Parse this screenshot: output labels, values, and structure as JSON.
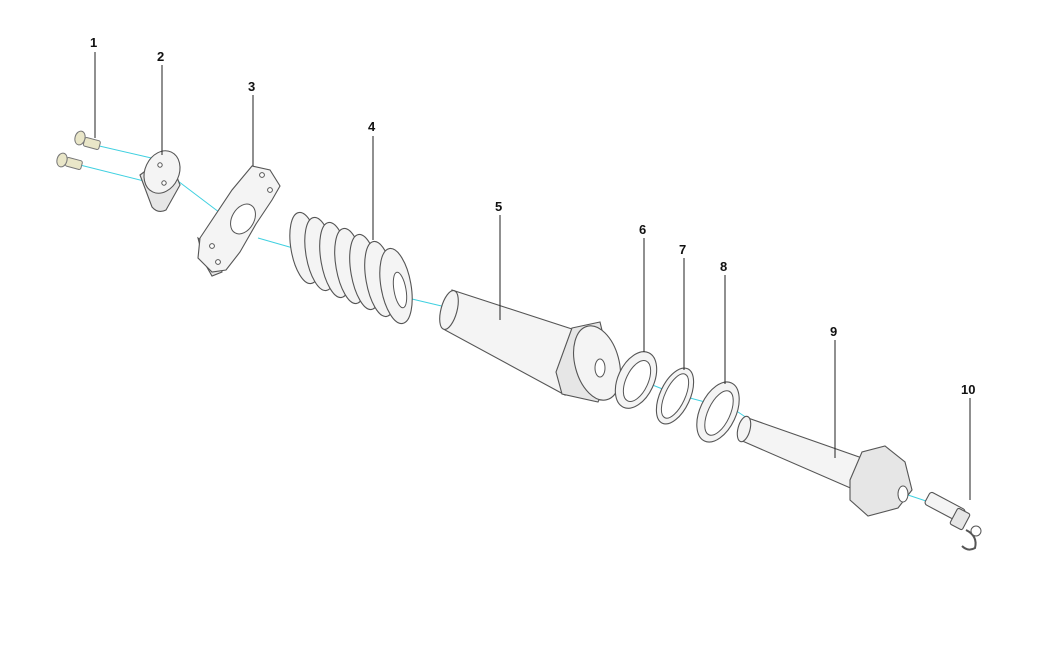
{
  "diagram": {
    "colors": {
      "centerline": "#3fd0e0",
      "outline": "#555555",
      "fill": "#f4f4f4",
      "bolt_fill": "#e9e6c8"
    },
    "callouts": [
      {
        "id": "1",
        "label": "1"
      },
      {
        "id": "2",
        "label": "2"
      },
      {
        "id": "3",
        "label": "3"
      },
      {
        "id": "4",
        "label": "4"
      },
      {
        "id": "5",
        "label": "5"
      },
      {
        "id": "6",
        "label": "6"
      },
      {
        "id": "7",
        "label": "7"
      },
      {
        "id": "8",
        "label": "8"
      },
      {
        "id": "9",
        "label": "9"
      },
      {
        "id": "10",
        "label": "10"
      }
    ]
  }
}
